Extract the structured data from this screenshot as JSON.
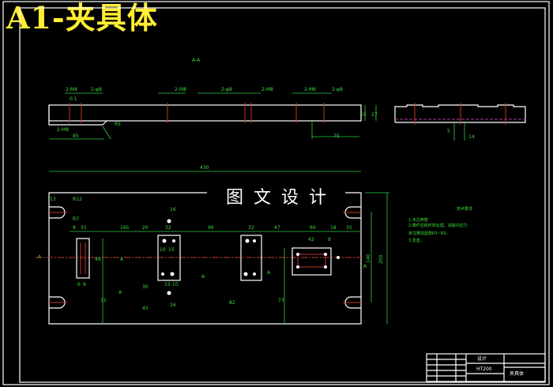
{
  "title": "A1-夹具体",
  "watermark": "图文设计",
  "section_label": "A-A",
  "colors": {
    "background": "#000000",
    "outline": "#ffffff",
    "dimension": "#2ecc40",
    "centerline": "#c0392b",
    "title": "#ffee33"
  },
  "section_dims": {
    "d1": "2-M4",
    "d2": "2-φ8",
    "d3": "2-M8",
    "d4": "2-φ8",
    "d5": "2-M8",
    "d6": "2-M6",
    "d7": "2-φ8",
    "d8": "2-M8",
    "d9": "85",
    "d10": "R5",
    "d11": "75",
    "d12": "15",
    "d13": "27",
    "d14": "0.1"
  },
  "side_dims": {
    "d1": "5",
    "d2": "14"
  },
  "main_dims": {
    "overall_w": "430",
    "h_total": "200",
    "h_inner": "140",
    "slot_w": "13",
    "r_out": "R12",
    "r_in": "R7",
    "x1": "8",
    "x2": "31",
    "x3": "165",
    "x4": "32",
    "x5": "96",
    "x6": "32",
    "x7": "47",
    "x8": "60",
    "x9": "18",
    "x10": "35",
    "w16a": "16",
    "w16b": "16",
    "w10": "10",
    "w15a": "15",
    "w15b": "15",
    "w10b": "10",
    "w6": "6",
    "w9": "9",
    "w42": "42",
    "w9b": "9",
    "v1": "48",
    "v2": "72",
    "v3": "82",
    "v4": "73",
    "v5": "45",
    "v6": "20",
    "v7": "30",
    "sec_a1": "A",
    "sec_a2": "A",
    "sec_a3": "A",
    "sec_a4": "A",
    "sec_a5": "A",
    "sec_a6": "A"
  },
  "notes": {
    "heading": "技术要求",
    "l1": "1.未注倒角",
    "l2": "2.铸件应经时效处理，消除内应力",
    "l3": "未注铸造圆角R3~R5。",
    "l4": "3.发蓝。"
  },
  "title_block": {
    "material": "HT200",
    "name": "夹具体",
    "company": "设计"
  }
}
